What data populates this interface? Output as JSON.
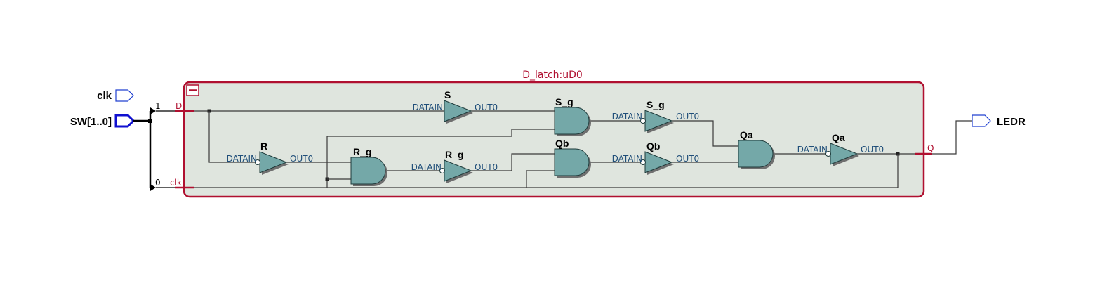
{
  "colors": {
    "module_border": "#b01030",
    "module_fill": "#dfe5de",
    "gate_fill": "#74a8a8",
    "pin_blue": "#1010d0",
    "port_text": "#1f4e79"
  },
  "module": {
    "title": "D_latch:uD0",
    "collapse_icon": "minus-box-icon",
    "port_d": "D",
    "port_clk": "clk",
    "port_q": "Q"
  },
  "pins": {
    "clk": "clk",
    "sw": "SW[1..0]",
    "ledr": "LEDR",
    "bit1": "1",
    "bit0": "0"
  },
  "gates": {
    "S": {
      "name": "S",
      "in": "DATAIN",
      "out": "OUT0"
    },
    "R": {
      "name": "R",
      "in": "DATAIN",
      "out": "OUT0"
    },
    "R_g_buf": {
      "name": "R_g",
      "in": "DATAIN",
      "out": "OUT0"
    },
    "S_g_buf": {
      "name": "S_g",
      "in": "DATAIN",
      "out": "OUT0"
    },
    "Qb_buf": {
      "name": "Qb",
      "in": "DATAIN",
      "out": "OUT0"
    },
    "Qa_buf": {
      "name": "Qa",
      "in": "DATAIN",
      "out": "OUT0"
    },
    "S_g_and": {
      "name": "S_g"
    },
    "R_g_and": {
      "name": "R_g"
    },
    "Qb_and": {
      "name": "Qb"
    },
    "Qa_and": {
      "name": "Qa"
    }
  }
}
